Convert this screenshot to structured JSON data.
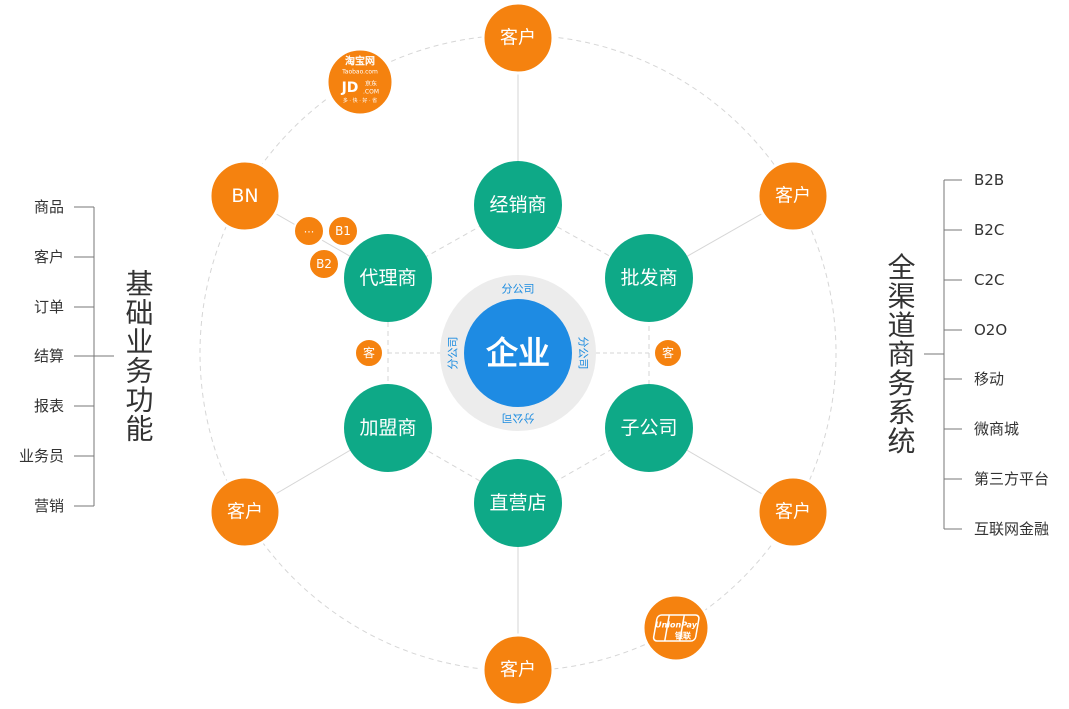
{
  "colors": {
    "orange": "#f5820f",
    "green": "#0ea987",
    "blue": "#1e8be3",
    "ring": "#ececec",
    "ring_text": "#1a8be0",
    "line": "#d6d6d6",
    "bracket": "#777777"
  },
  "center": {
    "label": "企业",
    "ring_label": "分公司"
  },
  "inner_nodes": {
    "top": "经销商",
    "top_right": "批发商",
    "bottom_right": "子公司",
    "bottom": "直营店",
    "bottom_left": "加盟商",
    "top_left": "代理商"
  },
  "outer_nodes": {
    "top": "客户",
    "top_right": "客户",
    "bottom_right": "客户",
    "bottom": "客户",
    "bottom_left": "客户",
    "bn": "BN"
  },
  "small_nodes": {
    "b1": "B1",
    "b2": "B2",
    "more": "...",
    "left_ke": "客",
    "right_ke": "客"
  },
  "logos": {
    "taobao": "淘宝网",
    "taobao_sub": "Taobao.com",
    "jd": "JD",
    "jd_cn": "京东",
    "jd_com": ".COM",
    "jd_slogan": "多 · 快 · 好 · 省",
    "unionpay": "UnionPay",
    "unionpay_cn": "银联"
  },
  "left_panel": {
    "title": "基础业务功能",
    "items": [
      "商品",
      "客户",
      "订单",
      "结算",
      "报表",
      "业务员",
      "营销"
    ]
  },
  "right_panel": {
    "title": "全渠道商务系统",
    "items": [
      "B2B",
      "B2C",
      "C2C",
      "O2O",
      "移动",
      "微商城",
      "第三方平台",
      "互联网金融"
    ]
  }
}
